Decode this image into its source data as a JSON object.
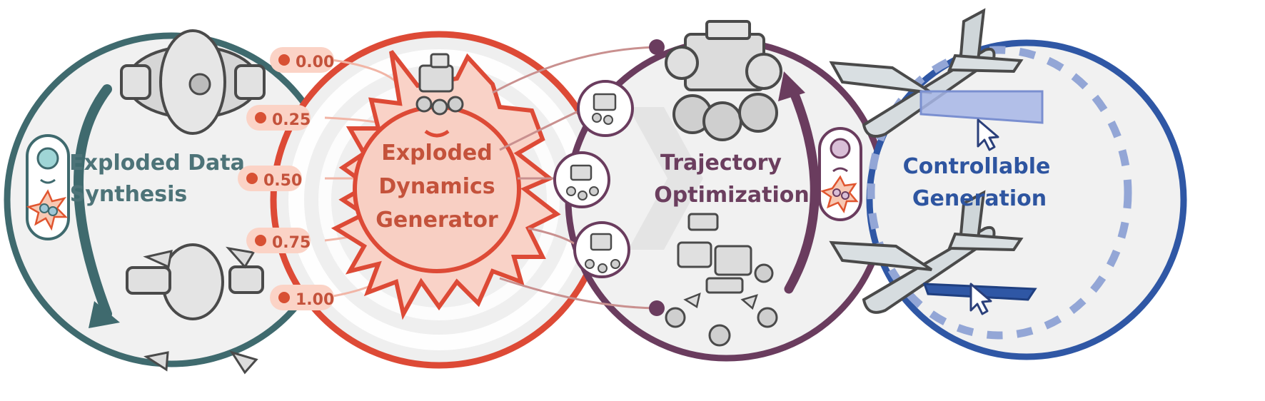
{
  "stages": [
    {
      "id": "synthesis",
      "lines": [
        "Exploded Data",
        "Synthesis"
      ],
      "color": "#4d7378"
    },
    {
      "id": "generator",
      "lines": [
        "Exploded",
        "Dynamics",
        "Generator"
      ],
      "color": "#d75a47"
    },
    {
      "id": "trajectory",
      "lines": [
        "Trajectory",
        "Optimization"
      ],
      "color": "#6b3e5e"
    },
    {
      "id": "controllable",
      "lines": [
        "Controllable",
        "Generation"
      ],
      "color": "#2e55a0"
    }
  ],
  "time_labels": [
    "0.00",
    "0.25",
    "0.50",
    "0.75",
    "1.00"
  ],
  "colors": {
    "teal_ring": "#3f6a6e",
    "red_ring": "#dd4a36",
    "red_dot": "#d85033",
    "label_fill": "#fbd3c6",
    "label_text": "#c4523b",
    "purple_ring": "#6a3c5e",
    "blue_ring": "#2f57a5",
    "dash_blue": "#93a6d6",
    "panel_bg": "#f1f1f1",
    "model_grey": "#d9d9d9",
    "model_dark": "#6c6c6c"
  },
  "icons": [
    "teal-circle-icon",
    "explode-burst-icon",
    "cursor-arrow-icon",
    "airplane-icon",
    "robot-icon"
  ]
}
